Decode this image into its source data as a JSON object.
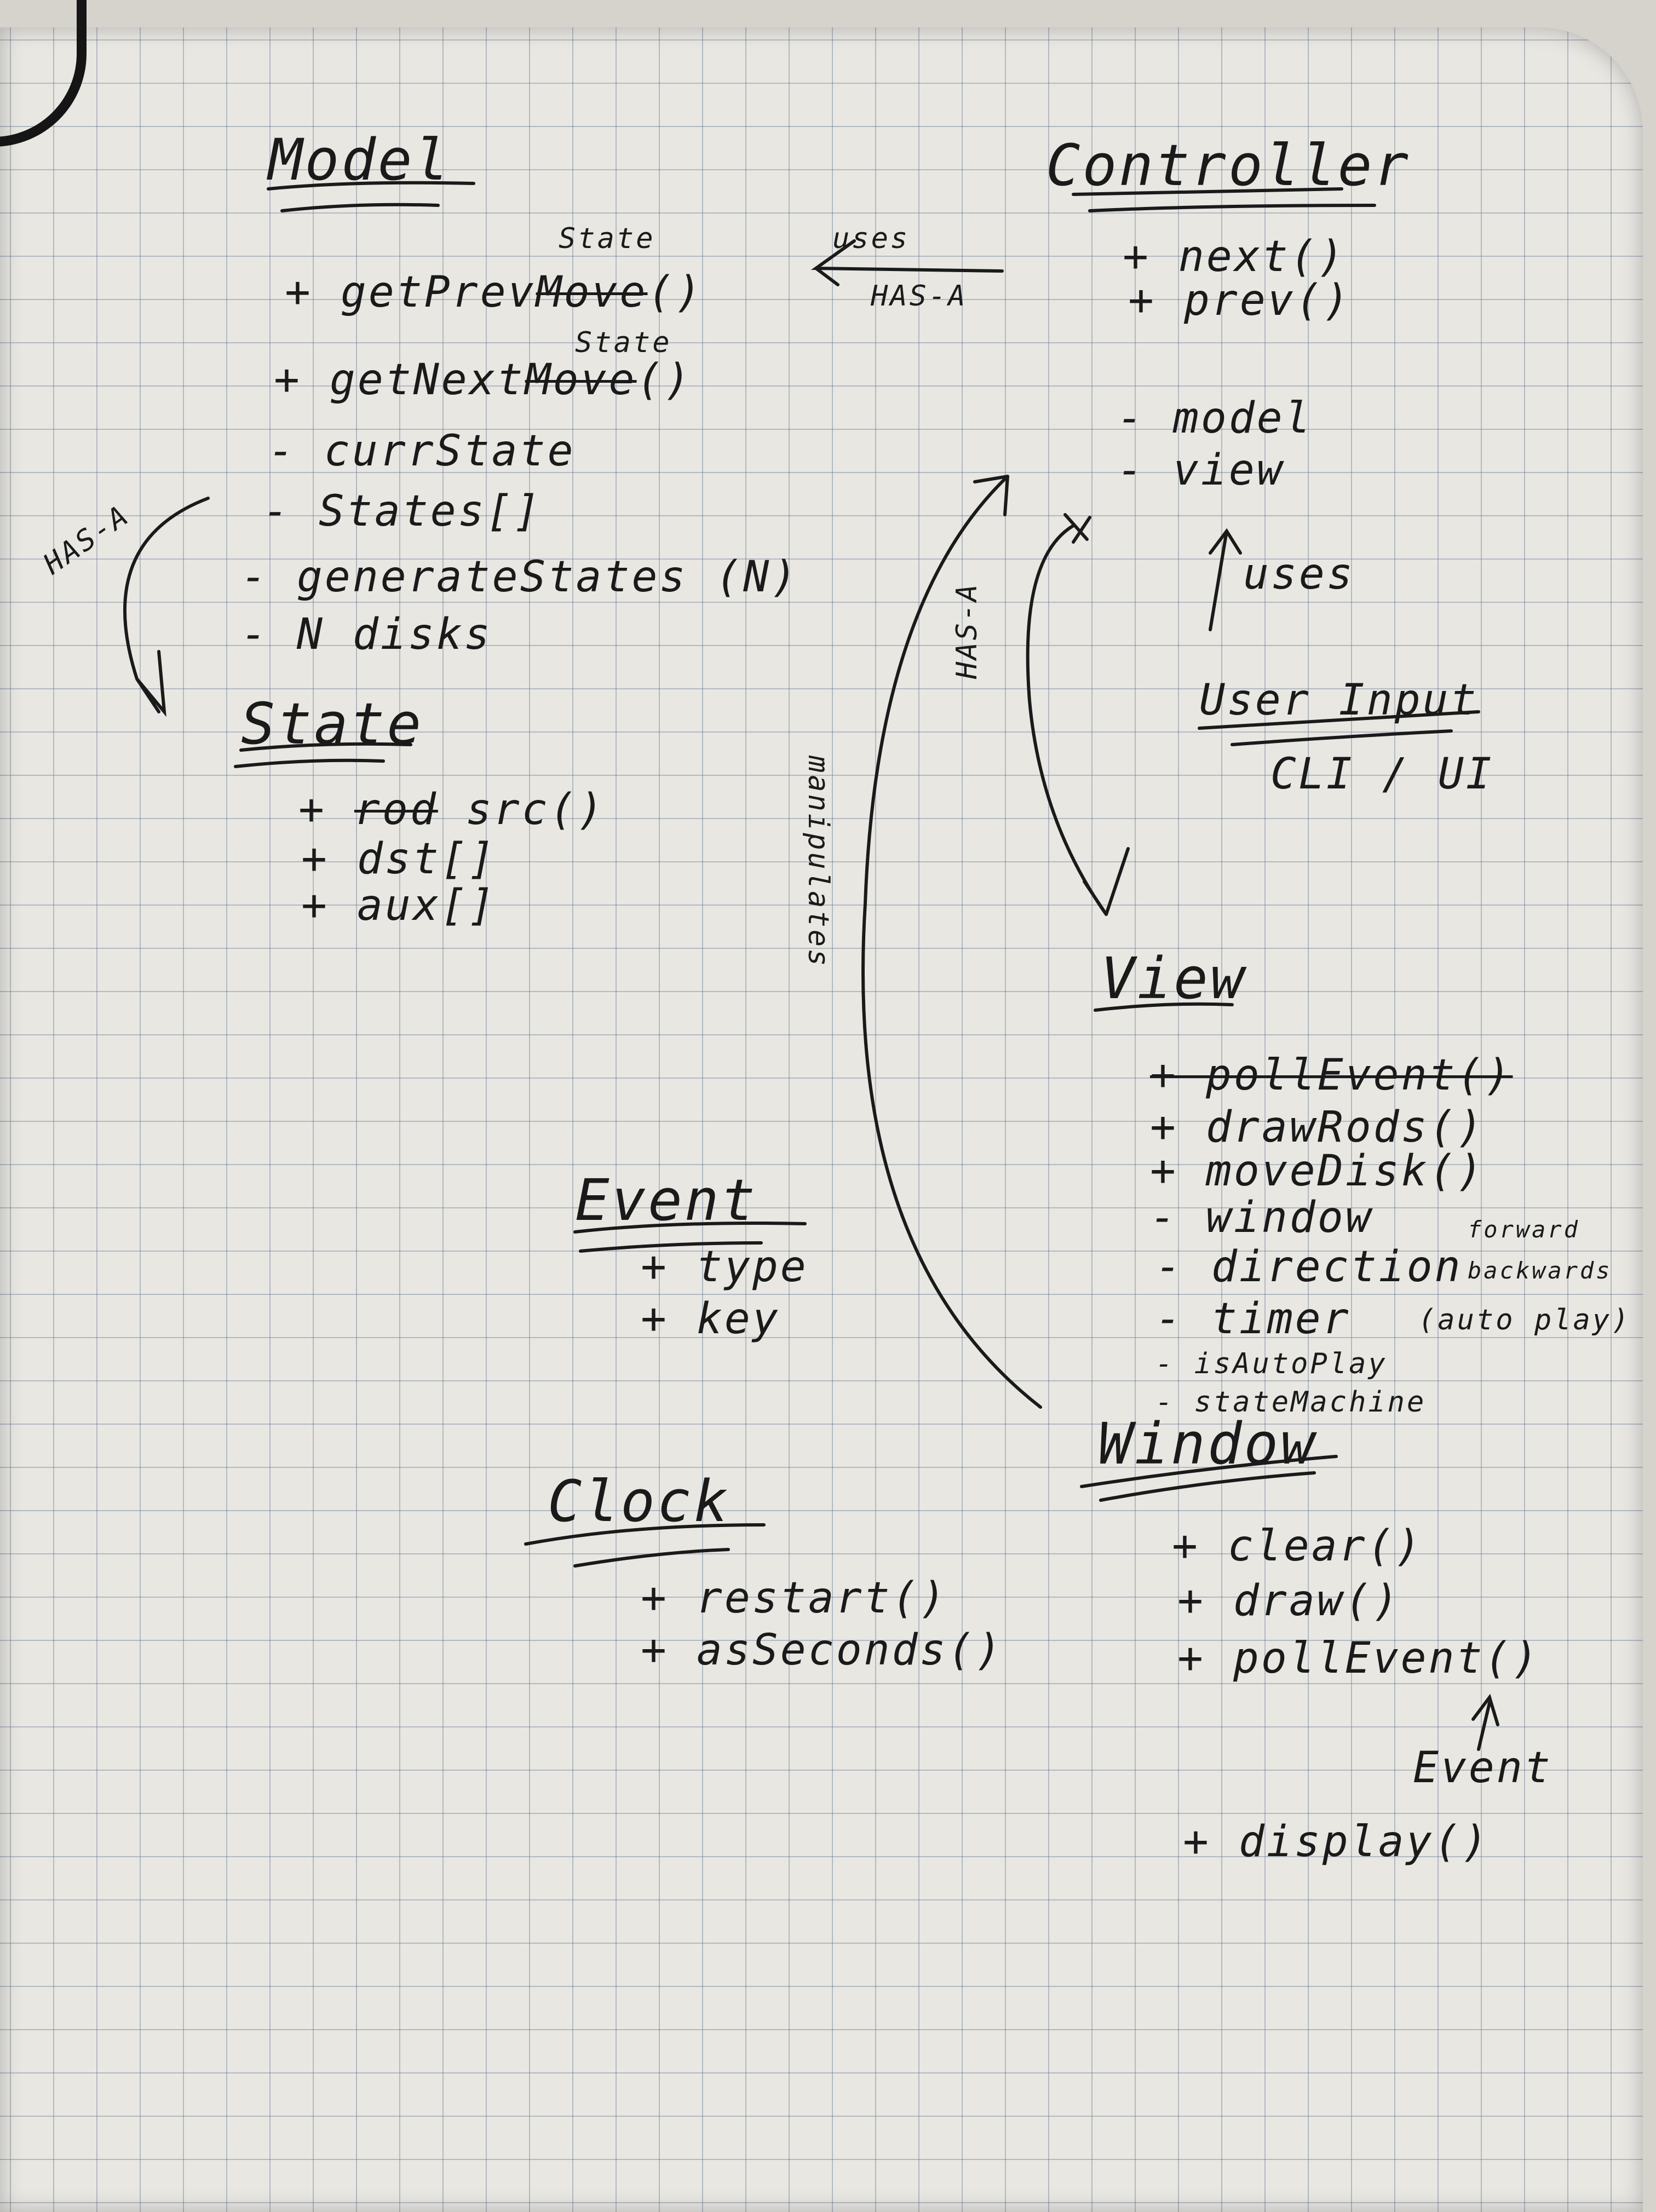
{
  "model": {
    "title": "Model",
    "state_note_1": "State",
    "state_note_2": "State",
    "items": [
      "+ getPrev",
      "Move",
      "()",
      "+ getNext",
      "Move",
      "()",
      "- currState",
      "- States[]",
      "- generateStates (N)",
      "- N disks"
    ]
  },
  "controller": {
    "title": "Controller",
    "items": [
      "+ next()",
      "+ prev()",
      "- model",
      "- view"
    ]
  },
  "state_class": {
    "title": "State",
    "items": [
      "+",
      "rod",
      "src()",
      "+ dst[]",
      "+ aux[]"
    ]
  },
  "view": {
    "title": "View",
    "items": [
      "+ pollEvent()",
      "+ drawRods()",
      "+ moveDisk()",
      "- window",
      "- direction",
      "forward",
      "backwards",
      "- timer",
      "(auto play)",
      "- isAutoPlay",
      "- stateMachine"
    ]
  },
  "window_class": {
    "title": "Window",
    "items": [
      "+ clear()",
      "+ draw()",
      "+ pollEvent()",
      "+ display()"
    ],
    "event_note": "Event"
  },
  "event_class": {
    "title": "Event",
    "items": [
      "+ type",
      "+ key"
    ]
  },
  "clock_class": {
    "title": "Clock",
    "items": [
      "+ restart()",
      "+ asSeconds()"
    ]
  },
  "user_input": {
    "title": "User Input",
    "subtitle": "CLI / UI"
  },
  "relations": {
    "uses_top": "uses",
    "has_a_top": "HAS-A",
    "has_a_left": "HAS-A",
    "has_a_mid": "HAS-A",
    "manipulates": "manipulates",
    "uses_input": "uses"
  },
  "colors": {
    "ink": "#1a1a1a",
    "paper": "#e9e7e2",
    "grid": "#5a6e8c"
  }
}
